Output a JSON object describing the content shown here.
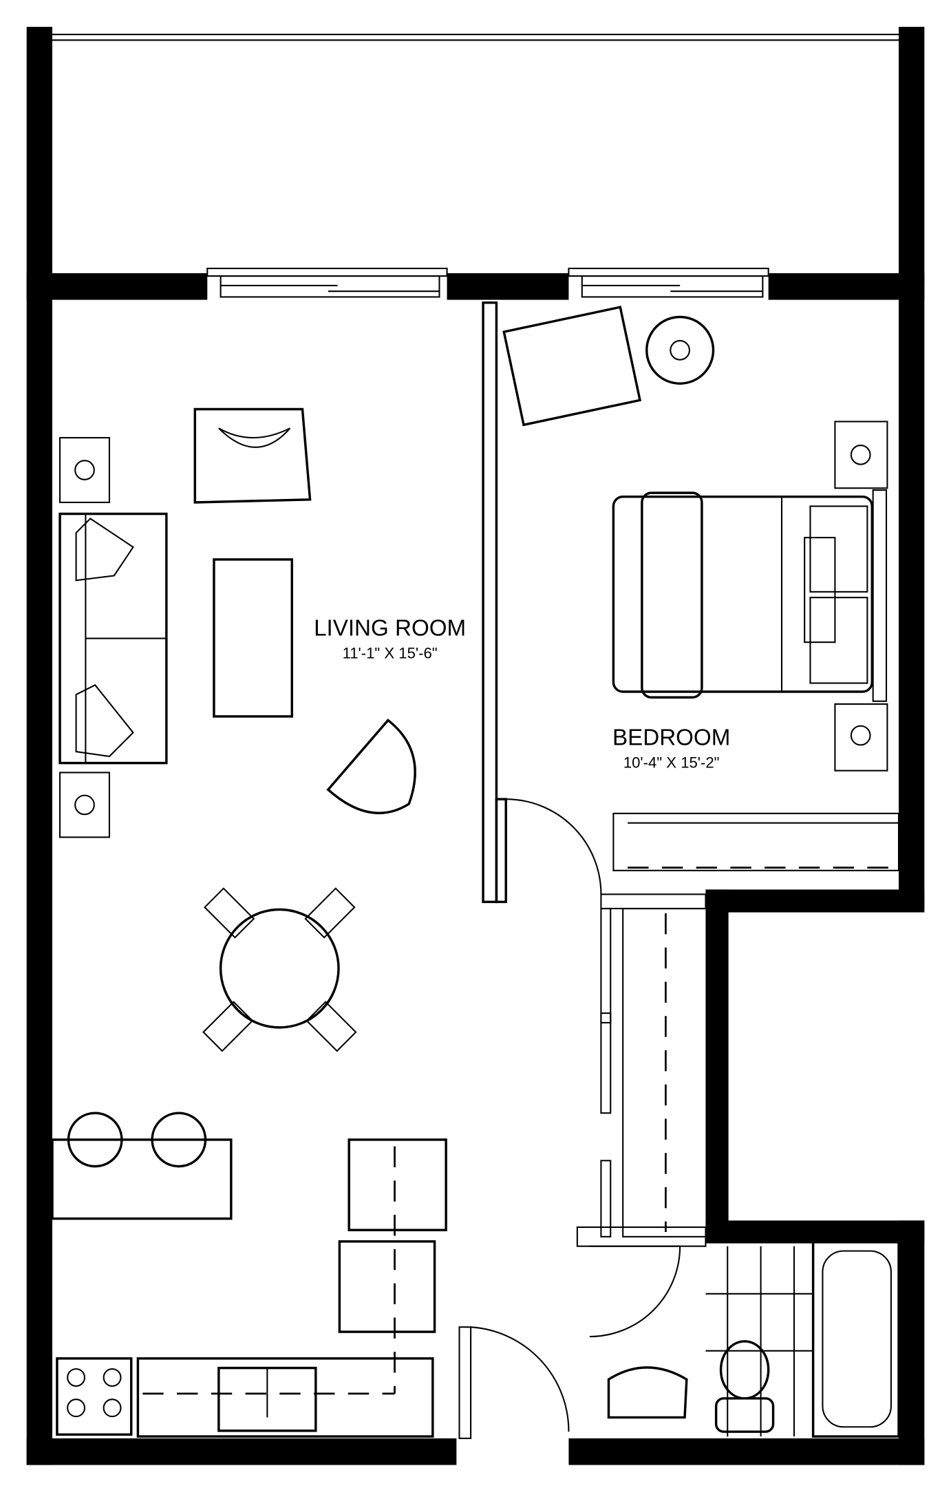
{
  "rooms": [
    {
      "name": "LIVING ROOM",
      "dimensions": "11'-1\" X 15'-6\""
    },
    {
      "name": "BEDROOM",
      "dimensions": "10'-4\" X 15'-2\""
    }
  ]
}
